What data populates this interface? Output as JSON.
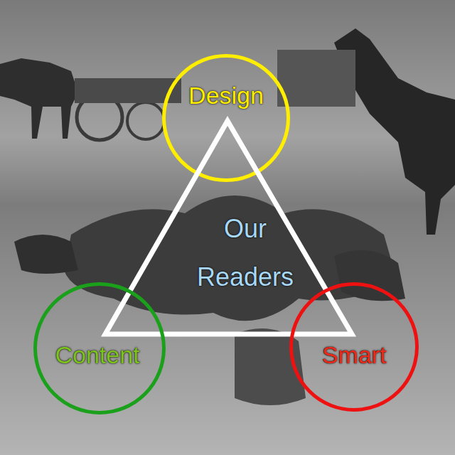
{
  "diagram": {
    "nodes": [
      {
        "text": [
          "Design"
        ]
      },
      {
        "text": [
          "Our Readers"
        ]
      },
      {
        "text": [
          "Content"
        ]
      },
      {
        "text": [
          "Smart"
        ]
      }
    ]
  }
}
